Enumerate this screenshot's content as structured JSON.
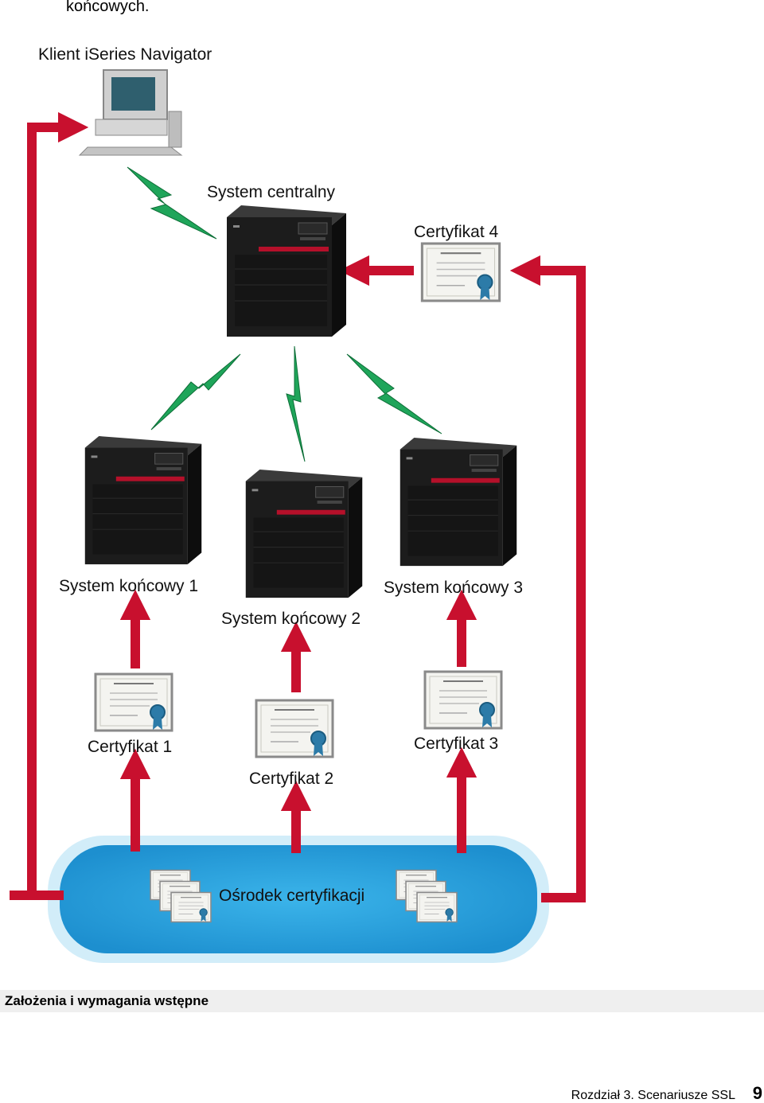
{
  "intro_tail": "końcowych.",
  "diagram": {
    "client_label": "Klient iSeries Navigator",
    "central_label": "System centralny",
    "cert4_label": "Certyfikat 4",
    "end1_label": "System końcowy 1",
    "end2_label": "System końcowy 2",
    "end3_label": "System końcowy 3",
    "cert1_label": "Certyfikat 1",
    "cert2_label": "Certyfikat 2",
    "cert3_label": "Certyfikat 3",
    "ca_label": "Ośrodek certyfikacji",
    "colors": {
      "arrow": "#c8102e",
      "lightning": "#1fa55a",
      "ca_cloud": "#29a3dc",
      "server": "#1a1a1a"
    }
  },
  "section_heading": "Założenia i wymagania wstępne",
  "footer": {
    "chapter": "Rozdział 3. Scenariusze SSL",
    "page_number": "9"
  }
}
